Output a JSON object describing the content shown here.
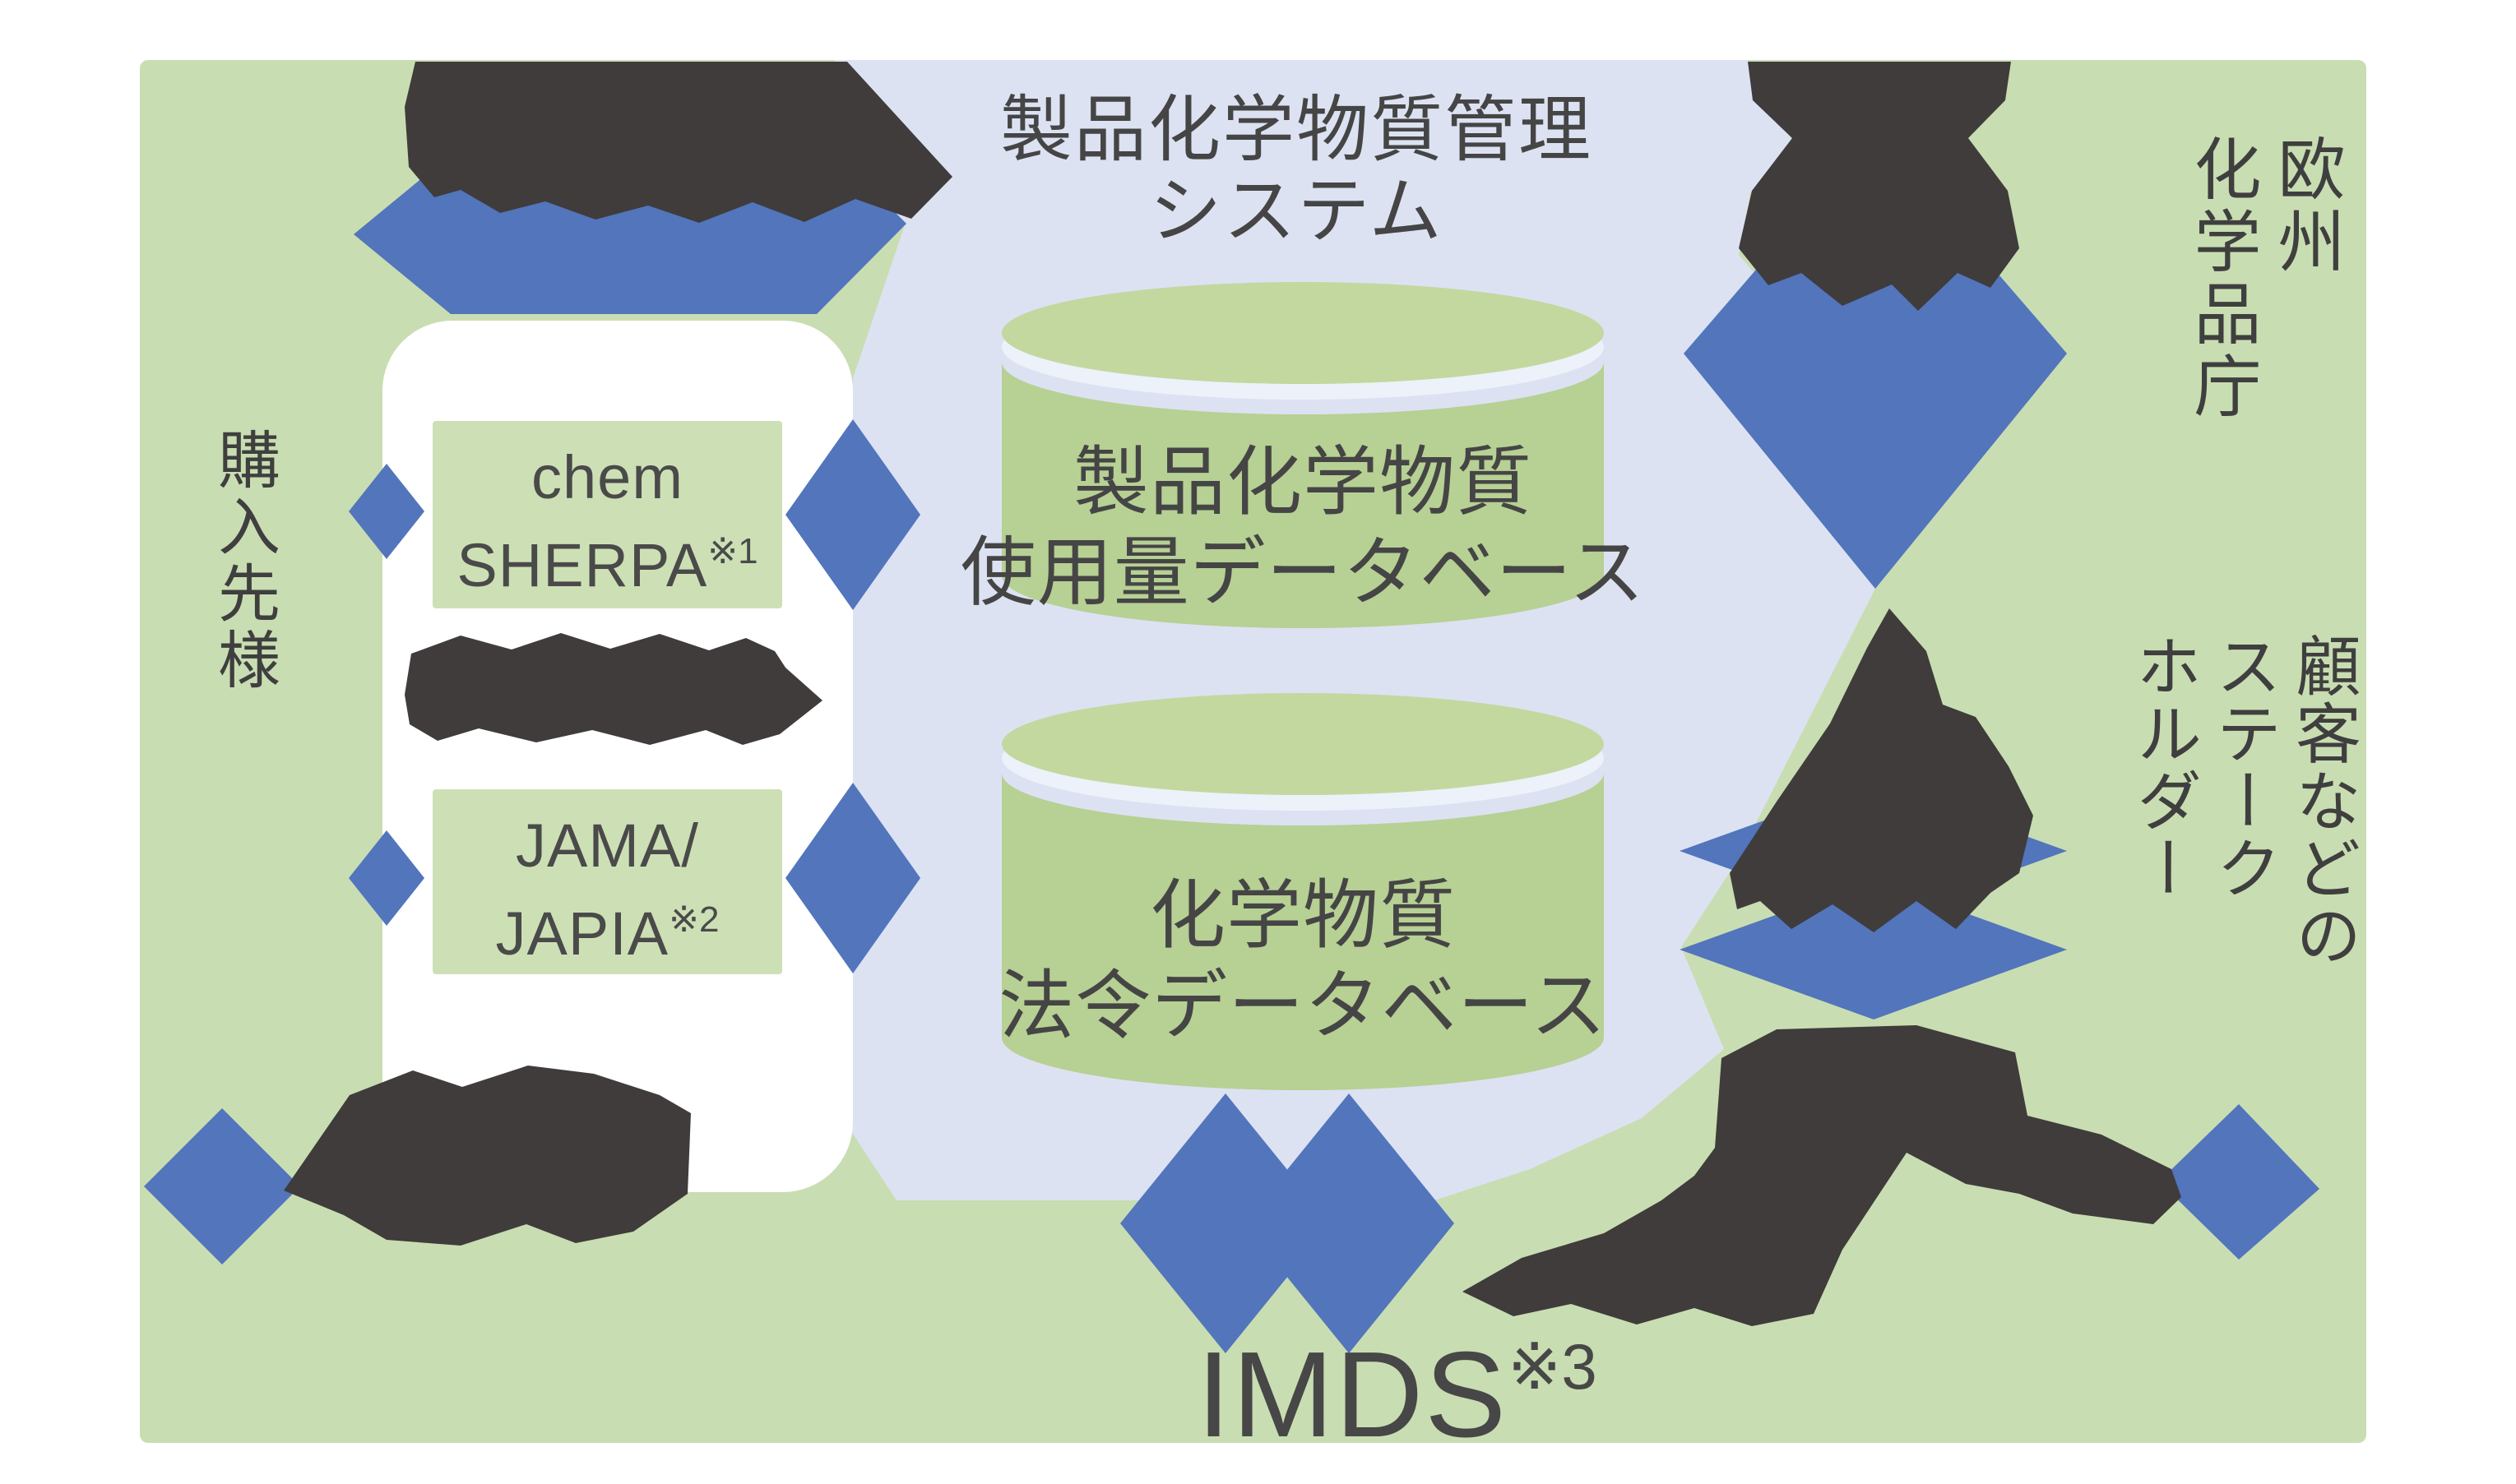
{
  "palette": {
    "background_green": "#c9ddb2",
    "system_area_lavender": "#dce2f2",
    "cylinder_body_green": "#b7d094",
    "cylinder_lid_green": "#c3d89f",
    "cylinder_gap_white": "#edf1fa",
    "box_green": "#cde0b5",
    "arrow_blue": "#5275bc",
    "redacted_dark": "#3f3c3b",
    "panel_white": "#ffffff",
    "text_dark": "#454545"
  },
  "system": {
    "title_line1": "製品化学物質管理",
    "title_line2": "システム"
  },
  "databases": {
    "usage_db": {
      "line1": "製品化学物質",
      "line2": "使用量データベース"
    },
    "law_db": {
      "line1": "化学物質",
      "line2": "法令データベース"
    }
  },
  "left_panel": {
    "supplier_label": "購入先様",
    "chem_sherpa": {
      "line1": "chem",
      "line2": "SHERPA",
      "note": "※1"
    },
    "jama_japia": {
      "line1": "JAMA/",
      "line2": "JAPIA",
      "note": "※2"
    }
  },
  "right_labels": {
    "echa": {
      "col1": "欧州",
      "col2": "化学品庁"
    },
    "stakeholders": {
      "col1": "顧客などの",
      "col2": "ステーク",
      "col3": "ホルダー"
    }
  },
  "bottom": {
    "imds": "IMDS",
    "imds_note": "※3"
  }
}
